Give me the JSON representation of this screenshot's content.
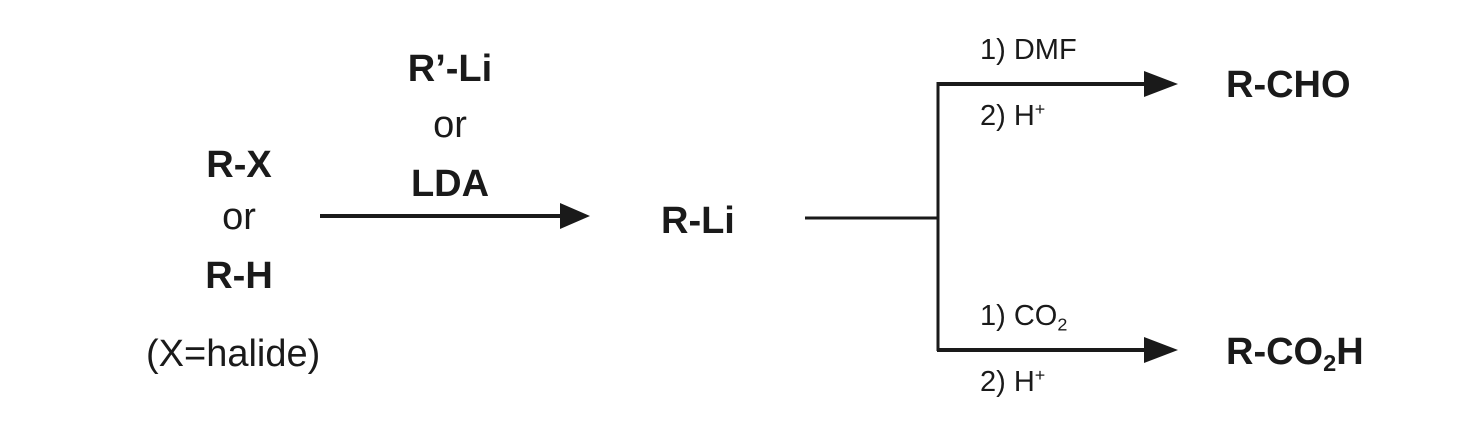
{
  "reactant": {
    "line1": "R-X",
    "or": "or",
    "line2": "R-H",
    "note": "(X=halide)"
  },
  "reagent": {
    "line1": "R’-Li",
    "or": "or",
    "line2": "LDA"
  },
  "intermediate": "R-Li",
  "upper_branch": {
    "step1": "1) DMF",
    "step2_prefix": "2) H",
    "step2_charge": "+",
    "product": "R-CHO"
  },
  "lower_branch": {
    "step1_prefix": "1) CO",
    "step1_subscript": "2",
    "step2_prefix": "2) H",
    "step2_charge": "+",
    "product_prefix": "R-CO",
    "product_subscript": "2",
    "product_suffix": "H"
  }
}
